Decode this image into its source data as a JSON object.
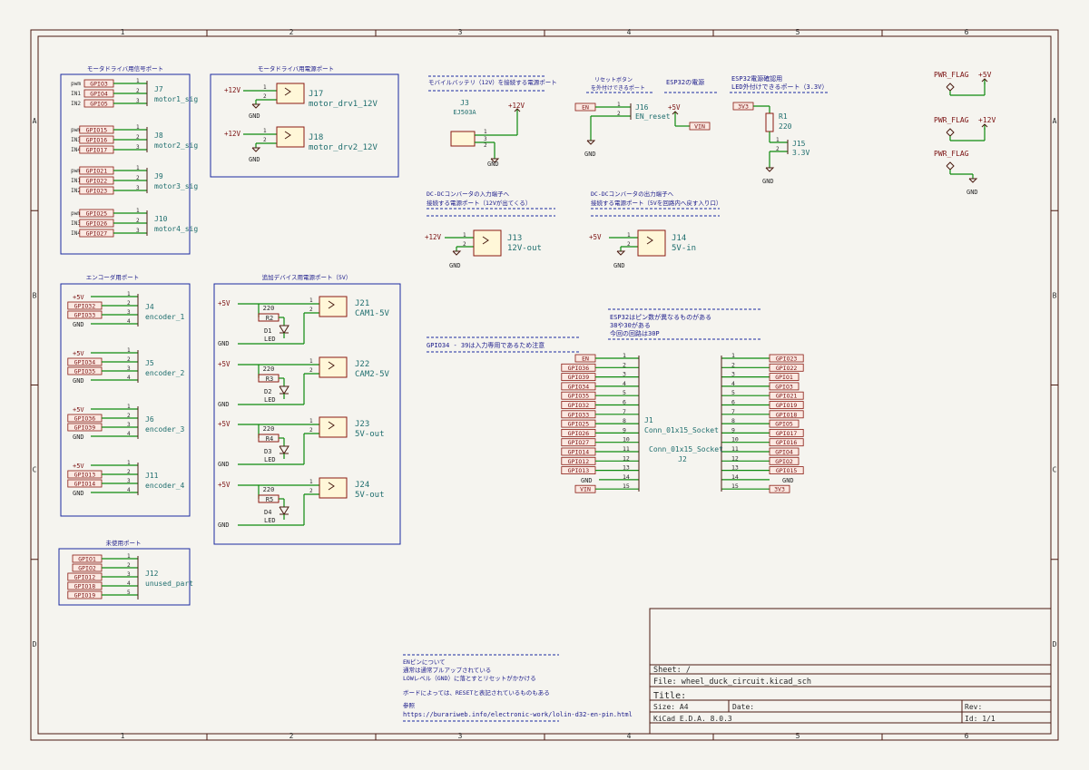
{
  "frame": {
    "col_numbers": [
      "1",
      "2",
      "3",
      "4",
      "5",
      "6"
    ],
    "row_letters": [
      "A",
      "B",
      "C",
      "D"
    ]
  },
  "title_block": {
    "sheet": "Sheet: /",
    "file": "File: wheel_duck_circuit.kicad_sch",
    "title": "Title:",
    "size": "Size: A4",
    "date": "Date:",
    "rev": "Rev:",
    "tool": "KiCad E.D.A. 8.0.3",
    "id": "Id: 1/1"
  },
  "groups": {
    "motor_sig": "モータドライバ用信号ポート",
    "motor_pwr": "モータドライバ用電源ポート",
    "encoder": "エンコーダ用ポート",
    "aux_pwr": "追加デバイス用電源ポート（5V）",
    "unused": "未使用ポート"
  },
  "motor_sig": [
    {
      "pins": [
        "pwm",
        "IN1",
        "IN2"
      ],
      "nets": [
        "GPIO3",
        "GPIO4",
        "GPIO5"
      ],
      "ref": "J7",
      "val": "motor1_sig"
    },
    {
      "pins": [
        "pwm",
        "IN3",
        "IN4"
      ],
      "nets": [
        "GPIO15",
        "GPIO16",
        "GPIO17"
      ],
      "ref": "J8",
      "val": "motor2_sig"
    },
    {
      "pins": [
        "pwm",
        "IN1",
        "IN2"
      ],
      "nets": [
        "GPIO21",
        "GPIO22",
        "GPIO23"
      ],
      "ref": "J9",
      "val": "motor3_sig"
    },
    {
      "pins": [
        "pwm",
        "IN3",
        "IN4"
      ],
      "nets": [
        "GPIO25",
        "GPIO26",
        "GPIO27"
      ],
      "ref": "J10",
      "val": "motor4_sig"
    }
  ],
  "motor_pwr": [
    {
      "ref": "J17",
      "val": "motor_drv1_12V",
      "pwr": "+12V",
      "gnd": "GND"
    },
    {
      "ref": "J18",
      "val": "motor_drv2_12V",
      "pwr": "+12V",
      "gnd": "GND"
    }
  ],
  "encoders": [
    {
      "nets": [
        "+5V",
        "GPIO32",
        "GPIO33",
        "GND"
      ],
      "ref": "J4",
      "val": "encoder_1"
    },
    {
      "nets": [
        "+5V",
        "GPIO34",
        "GPIO35",
        "GND"
      ],
      "ref": "J5",
      "val": "encoder_2"
    },
    {
      "nets": [
        "+5V",
        "GPIO36",
        "GPIO39",
        "GND"
      ],
      "ref": "J6",
      "val": "encoder_3"
    },
    {
      "nets": [
        "+5V",
        "GPIO13",
        "GPIO14",
        "GND"
      ],
      "ref": "J11",
      "val": "encoder_4"
    }
  ],
  "aux_pwr": [
    {
      "ref": "J21",
      "val": "CAM1-5V",
      "r": "R2",
      "rv": "220",
      "d": "D1",
      "dv": "LED"
    },
    {
      "ref": "J22",
      "val": "CAM2-5V",
      "r": "R3",
      "rv": "220",
      "d": "D2",
      "dv": "LED"
    },
    {
      "ref": "J23",
      "val": "5V-out",
      "r": "R4",
      "rv": "220",
      "d": "D3",
      "dv": "LED"
    },
    {
      "ref": "J24",
      "val": "5V-out",
      "r": "R5",
      "rv": "220",
      "d": "D4",
      "dv": "LED"
    }
  ],
  "aux_common": {
    "pwr": "+5V",
    "gnd": "GND"
  },
  "unused": {
    "nets": [
      "GPIO1",
      "GPIO2",
      "GPIO12",
      "GPIO18",
      "GPIO19"
    ],
    "ref": "J12",
    "val": "unused_part"
  },
  "battery": {
    "note": "モバイルバッテリ（12V）を接続する電源ポート",
    "ref": "J3",
    "val": "EJ503A",
    "pwr": "+12V",
    "gnd": "GND"
  },
  "reset": {
    "note1": "リセットボタン",
    "note2": "を外付けできるポート",
    "net": "EN",
    "ref": "J16",
    "val": "EN_reset",
    "gnd": "GND"
  },
  "esp_pwr": {
    "note": "ESP32の電源",
    "pwr": "+5V",
    "net": "VIN"
  },
  "led_port": {
    "note1": "ESP32電源確認用",
    "note2": "LED外付けできるポート（3.3V）",
    "net": "3V3",
    "r": "R1",
    "rv": "220",
    "ref": "J15",
    "val": "3.3V",
    "gnd": "GND"
  },
  "dcdc_in": {
    "note1": "DC-DCコンバータの入力端子へ",
    "note2": "接続する電源ポート（12Vが出てくる）",
    "ref": "J13",
    "val": "12V-out",
    "pwr": "+12V",
    "gnd": "GND"
  },
  "dcdc_out": {
    "note1": "DC-DCコンバータの出力端子へ",
    "note2": "接続する電源ポート（5Vを回路内へ戻す入り口）",
    "ref": "J14",
    "val": "5V-in",
    "pwr": "+5V",
    "gnd": "GND"
  },
  "pwr_flags": [
    {
      "label": "PWR_FLAG",
      "net": "+5V"
    },
    {
      "label": "PWR_FLAG",
      "net": "+12V"
    },
    {
      "label": "PWR_FLAG",
      "net": "GND"
    }
  ],
  "esp_note": {
    "l1": "ESP32はピン数が異なるものがある",
    "l2": "38や30がある",
    "l3": "今回の回路は30P"
  },
  "gpio_note": "GPIO34 - 39は入力専用であるため注意",
  "j1": {
    "ref": "J1",
    "val": "Conn_01x15_Socket",
    "nets": [
      "EN",
      "GPIO36",
      "GPIO39",
      "GPIO34",
      "GPIO35",
      "GPIO32",
      "GPIO33",
      "GPIO25",
      "GPIO26",
      "GPIO27",
      "GPIO14",
      "GPIO12",
      "GPIO13",
      "GND",
      "VIN"
    ]
  },
  "j2": {
    "ref": "J2",
    "val": "Conn_01x15_Socket",
    "nets": [
      "GPIO23",
      "GPIO22",
      "GPIO1",
      "GPIO3",
      "GPIO21",
      "GPIO19",
      "GPIO18",
      "GPIO5",
      "GPIO17",
      "GPIO16",
      "GPIO4",
      "GPIO2",
      "GPIO15",
      "GND",
      "3V3"
    ]
  },
  "en_note": {
    "l1": "ENピンについて",
    "l2": "通常は通常プルアップされている",
    "l3": "LOWレベル（GND）に落とすとリセットがかかける",
    "l4": "ボードによっては、RESETと表記されているものもある",
    "l5": "参照",
    "l6": "https://burariweb.info/electronic-work/lolin-d32-en-pin.html"
  }
}
